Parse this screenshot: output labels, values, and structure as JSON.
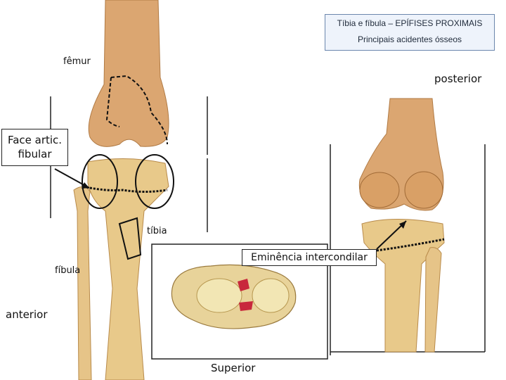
{
  "header": {
    "title": "Tíbia e fíbula – EPÍFISES PROXIMAIS",
    "subtitle": "Principais acidentes ósseos"
  },
  "labels": {
    "femur": "fêmur",
    "posterior": "posterior",
    "face_articular": "Face artic. fibular",
    "tibia": "tíbia",
    "eminencia": "Eminência intercondilar",
    "fibula": "fíbula",
    "anterior": "anterior",
    "superior": "Superior"
  },
  "colors": {
    "bone": "#e8c98a",
    "bone_shadow": "#b88a4a",
    "femur": "#dba671",
    "red_accent": "#c8283c"
  }
}
